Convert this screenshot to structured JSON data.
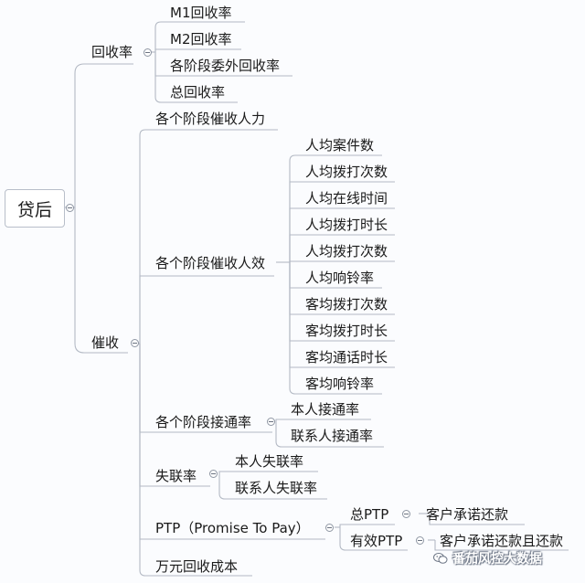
{
  "root": "贷后",
  "recovery": {
    "label": "回收率",
    "items": [
      "M1回收率",
      "M2回收率",
      "各阶段委外回收率",
      "总回收率"
    ]
  },
  "collection": {
    "label": "催收",
    "staff": "各个阶段催收人力",
    "efficiency": {
      "label": "各个阶段催收人效",
      "items": [
        "人均案件数",
        "人均拨打次数",
        "人均在线时间",
        "人均拨打时长",
        "人均拨打次数",
        "人均响铃率",
        "客均拨打次数",
        "客均拨打时长",
        "客均通话时长",
        "客均响铃率"
      ]
    },
    "connect": {
      "label": "各个阶段接通率",
      "items": [
        "本人接通率",
        "联系人接通率"
      ]
    },
    "lost": {
      "label": "失联率",
      "items": [
        "本人失联率",
        "联系人失联率"
      ]
    },
    "ptp": {
      "label": "PTP（Promise To Pay）",
      "total": {
        "label": "总PTP",
        "detail": "客户承诺还款"
      },
      "valid": {
        "label": "有效PTP",
        "detail": "客户承诺还款且还款"
      }
    },
    "cost": "万元回收成本"
  },
  "watermark": "番茄风控大数据",
  "colors": {
    "line": "#b3b9c4",
    "bg": "#fbfcfe",
    "text": "#1a1a1a"
  }
}
